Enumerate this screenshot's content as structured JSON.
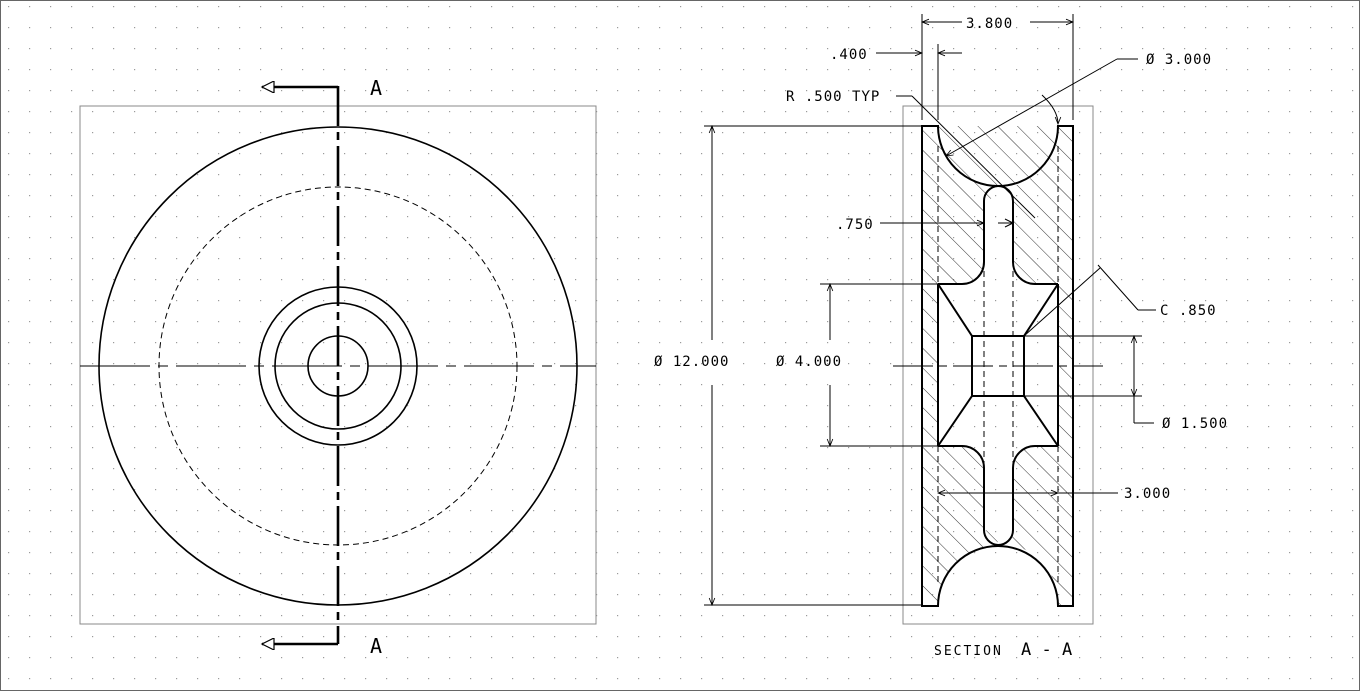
{
  "drawing": {
    "front_view": {
      "section_label_top": "A",
      "section_label_bottom": "A"
    },
    "section_view": {
      "caption_prefix": "SECTION",
      "caption_letters": "A - A",
      "dimensions": {
        "overall_width": "3.800",
        "rim_thickness": ".400",
        "groove_diameter": "Ø 3.000",
        "fillet_radius": "R .500 TYP",
        "web_thickness": ".750",
        "chamfer": "C .850",
        "outer_diameter": "Ø 12.000",
        "hub_diameter": "Ø 4.000",
        "bore_diameter": "Ø 1.500",
        "hub_width": "3.000"
      }
    }
  },
  "colors": {
    "line": "#000000",
    "grid_dot": "#9a9a9a",
    "frame": "#888888",
    "background": "#ffffff"
  }
}
